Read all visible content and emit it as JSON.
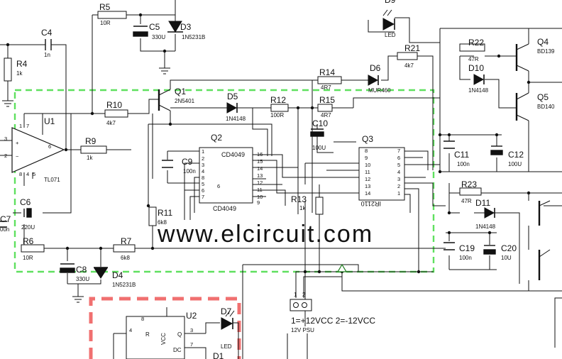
{
  "watermark": "www.elcircuit.com",
  "colors": {
    "module_border": "#5fe05f",
    "timer_border": "#f07070",
    "wire": "#111111",
    "watermark": "#f0b8b8"
  },
  "refs": {
    "R4": "R4",
    "R5": "R5",
    "R6": "R6",
    "R7": "R7",
    "R9": "R9",
    "R10": "R10",
    "R11": "R11",
    "R12": "R12",
    "R13": "R13",
    "R14": "R14",
    "R15": "R15",
    "R21": "R21",
    "R22": "R22",
    "R23": "R23",
    "C4": "C4",
    "C5": "C5",
    "C6": "C6",
    "C7": "C7",
    "C8": "C8",
    "C9": "C9",
    "C10": "C10",
    "C11": "C11",
    "C12": "C12",
    "C19": "C19",
    "C20": "C20",
    "D3": "D3",
    "D4": "D4",
    "D5": "D5",
    "D6": "D6",
    "D7": "D7",
    "D9": "D9",
    "D10": "D10",
    "D11": "D11",
    "Q1": "Q1",
    "Q2": "Q2",
    "Q3": "Q3",
    "Q4": "Q4",
    "Q5": "Q5",
    "U1": "U1",
    "U2": "U2"
  },
  "values": {
    "R4": "1k",
    "R5": "10R",
    "R6": "10R",
    "R7": "6k8",
    "R9": "1k",
    "R10": "4k7",
    "R11": "6k8",
    "R12": "100R",
    "R13": "1k",
    "R14": "4R7",
    "R15": "4R7",
    "R21": "4k7",
    "R22": "47R",
    "R23": "47R",
    "C4": "1n",
    "C5": "330U",
    "C6": "220U",
    "C7": "00n",
    "C8": "330U",
    "C9": "100n",
    "C10": "100U",
    "C11": "100n",
    "C12": "100U",
    "C19": "100n",
    "C20": "10U",
    "D3": "1N5231B",
    "D4": "1N5231B",
    "D5": "1N4148",
    "D6": "MUR460",
    "D7": "LED",
    "D9": "LED",
    "D10": "1N4148",
    "D11": "1N4148",
    "Q1": "2N5401",
    "Q4": "BD139",
    "Q5": "BD140",
    "U1": "TL071",
    "Q2_top": "CD4049",
    "Q2_bottom": "CD4049",
    "Q3_chip": "IR2110"
  },
  "u2_pins": {
    "reset": "R",
    "vcc": "VCC",
    "q": "Q",
    "dc": "DC"
  },
  "psu": {
    "pin1": "1",
    "pin2": "2",
    "label": "1=+12VCC 2=-12VCC",
    "sublabel": "12V PSU"
  },
  "pins": {
    "u1": [
      "3",
      "2",
      "6",
      "7",
      "4",
      "5",
      "1",
      "8"
    ],
    "q2_left": [
      "1",
      "2",
      "3",
      "4",
      "5",
      "6",
      "7",
      "8"
    ],
    "q2_right": [
      "16",
      "15",
      "14",
      "13",
      "12",
      "11",
      "10",
      "9"
    ],
    "q2_mid": "6",
    "q3_left": [
      "8",
      "9",
      "10",
      "11",
      "12",
      "13",
      "14"
    ],
    "q3_right": [
      "7",
      "6",
      "5",
      "4",
      "3",
      "2",
      "1"
    ],
    "u2": [
      "8",
      "4",
      "3",
      "7"
    ]
  },
  "partial_ref": "D1"
}
